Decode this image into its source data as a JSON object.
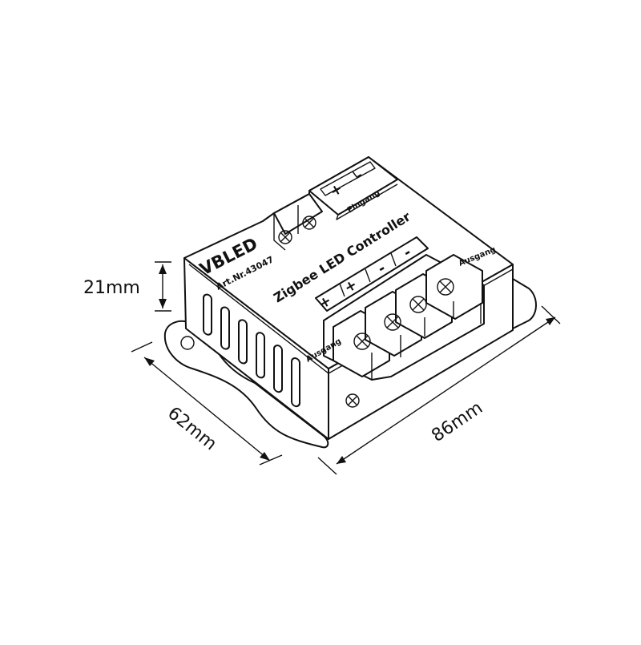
{
  "product": {
    "brand": "VBLED",
    "article": "Art.Nr.43047",
    "name": "Zigbee LED Controller"
  },
  "terminals": {
    "input": {
      "label": "Eingang",
      "plus": "+",
      "minus": "-"
    },
    "output_left": {
      "label": "Ausgang",
      "signs": [
        "+",
        "+",
        "-",
        "-"
      ]
    },
    "output_right": {
      "label": "Ausgang"
    }
  },
  "dimensions": {
    "height": "21mm",
    "depth": "62mm",
    "width": "86mm"
  }
}
